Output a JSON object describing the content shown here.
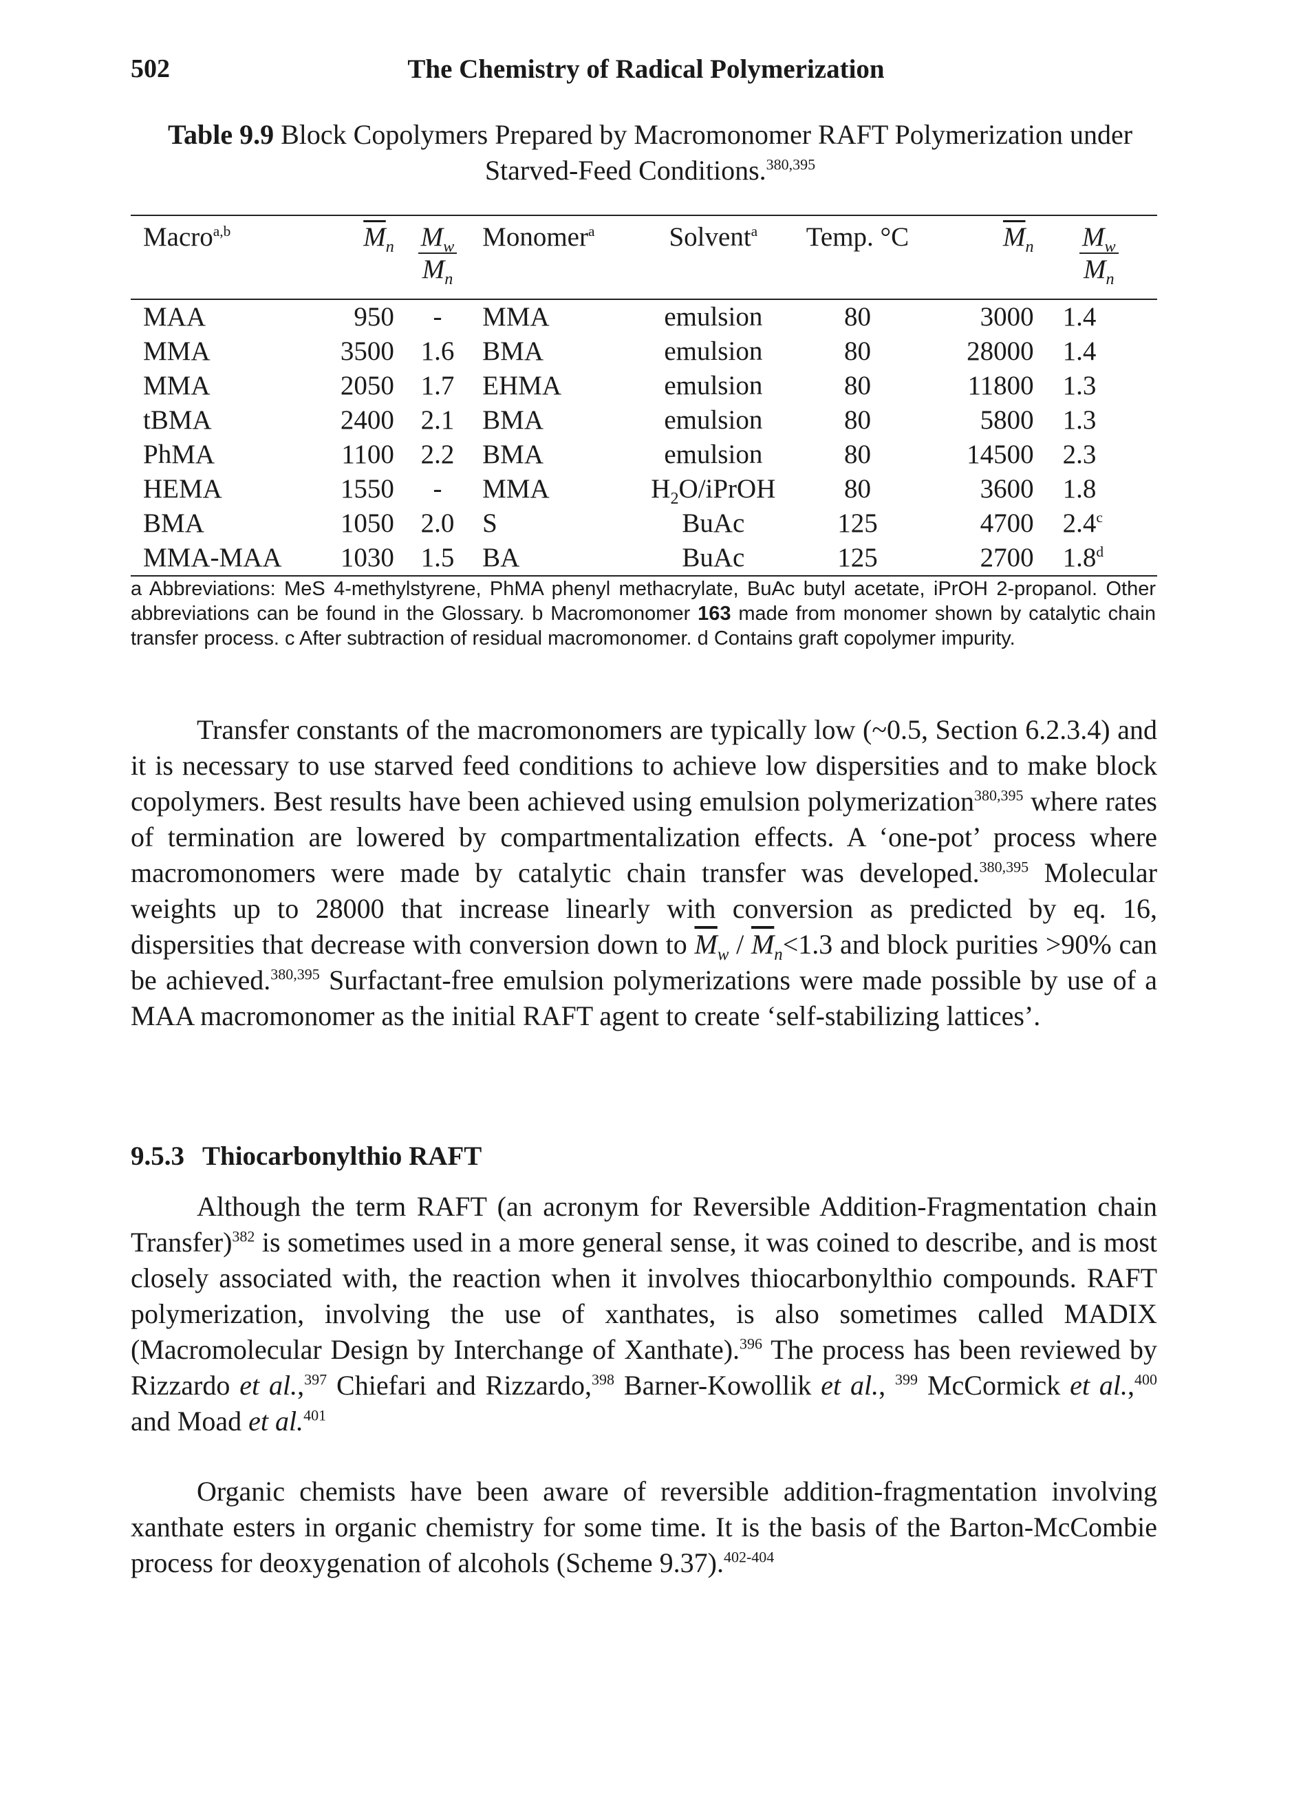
{
  "header": {
    "page_number": "502",
    "title": "The Chemistry of Radical Polymerization"
  },
  "table": {
    "label": "Table 9.9",
    "caption": "Block Copolymers Prepared by Macromonomer RAFT Polymerization under Starved-Feed Conditions.",
    "caption_refs": "380,395",
    "columns": {
      "macro": "Macro",
      "macro_sup": "a,b",
      "mn1_main": "M",
      "mn1_sub": "n",
      "disp1_top": "M",
      "disp1_top_sub": "w",
      "disp1_bot": "M",
      "disp1_bot_sub": "n",
      "monomer": "Monomer",
      "monomer_sup": "a",
      "solvent": "Solvent",
      "solvent_sup": "a",
      "temp": "Temp. °C",
      "mn2_main": "M",
      "mn2_sub": "n",
      "disp2_top": "M",
      "disp2_top_sub": "w",
      "disp2_bot": "M",
      "disp2_bot_sub": "n"
    },
    "rows": [
      {
        "macro": "MAA",
        "mn": "950",
        "disp": "-",
        "monomer": "MMA",
        "solvent": "emulsion",
        "temp": "80",
        "mn2": "3000",
        "disp2": "1.4",
        "disp2_sup": ""
      },
      {
        "macro": "MMA",
        "mn": "3500",
        "disp": "1.6",
        "monomer": "BMA",
        "solvent": "emulsion",
        "temp": "80",
        "mn2": "28000",
        "disp2": "1.4",
        "disp2_sup": ""
      },
      {
        "macro": "MMA",
        "mn": "2050",
        "disp": "1.7",
        "monomer": "EHMA",
        "solvent": "emulsion",
        "temp": "80",
        "mn2": "11800",
        "disp2": "1.3",
        "disp2_sup": ""
      },
      {
        "macro": "tBMA",
        "mn": "2400",
        "disp": "2.1",
        "monomer": "BMA",
        "solvent": "emulsion",
        "temp": "80",
        "mn2": "5800",
        "disp2": "1.3",
        "disp2_sup": ""
      },
      {
        "macro": "PhMA",
        "mn": "1100",
        "disp": "2.2",
        "monomer": "BMA",
        "solvent": "emulsion",
        "temp": "80",
        "mn2": "14500",
        "disp2": "2.3",
        "disp2_sup": ""
      },
      {
        "macro": "HEMA",
        "mn": "1550",
        "disp": "-",
        "monomer": "MMA",
        "solvent": "H2O/iPrOH",
        "temp": "80",
        "mn2": "3600",
        "disp2": "1.8",
        "disp2_sup": ""
      },
      {
        "macro": "BMA",
        "mn": "1050",
        "disp": "2.0",
        "monomer": "S",
        "solvent": "BuAc",
        "temp": "125",
        "mn2": "4700",
        "disp2": "2.4",
        "disp2_sup": "c"
      },
      {
        "macro": "MMA-MAA",
        "mn": "1030",
        "disp": "1.5",
        "monomer": "BA",
        "solvent": "BuAc",
        "temp": "125",
        "mn2": "2700",
        "disp2": "1.8",
        "disp2_sup": "d"
      }
    ],
    "footnote": {
      "a": "a Abbreviations: MeS 4-methylstyrene, PhMA phenyl methacrylate, BuAc butyl acetate, iPrOH 2-propanol. Other abbreviations can be found in the Glossary.",
      "b_pre": "b Macromonomer",
      "b_bold": "163",
      "b_post": "made from monomer shown by catalytic chain transfer process.",
      "c": "c After subtraction of residual macromonomer.",
      "d": "d Contains graft copolymer impurity."
    }
  },
  "body": {
    "p1": {
      "s1": "Transfer constants of the macromonomers are typically low (~0.5, Section 6.2.3.4) and it is necessary to use starved feed conditions to achieve low dispersities and to make block copolymers. Best results have been achieved using emulsion polymerization",
      "r1": "380,395",
      "s2": " where rates of termination are lowered by compartmentalization effects. A ‘one-pot’ process where macromonomers were made by catalytic chain transfer was developed.",
      "r2": "380,395",
      "s3": " Molecular weights up to 28000 that increase linearly with conversion as predicted by eq. 16, dispersities that decrease with conversion down to ",
      "mw": "M",
      "mw_sub": "w",
      "slash": " / ",
      "mn": "M",
      "mn_sub": "n",
      "s4": "<1.3 and block purities >90% can be achieved.",
      "r3": "380,395",
      "s5": " Surfactant-free emulsion polymerizations were made possible by use of a MAA macromonomer as the initial RAFT agent to create ‘self-stabilizing lattices’."
    },
    "section": {
      "number": "9.5.3",
      "title": "Thiocarbonylthio RAFT"
    },
    "p2": {
      "s1": "Although the term RAFT (an acronym for Reversible Addition-Fragmentation chain Transfer)",
      "r1": "382",
      "s2": " is sometimes used in a more general sense, it was coined to describe, and is most closely associated with, the reaction when it involves thiocarbonylthio compounds. RAFT polymerization, involving the use of xanthates, is also sometimes called MADIX (Macromolecular Design by Interchange of Xanthate).",
      "r2": "396",
      "s3": " The process has been reviewed by Rizzardo ",
      "etal1": "et al.",
      "s3b": ",",
      "r3": "397",
      "s4": " Chiefari and Rizzardo,",
      "r4": "398",
      "s5": " Barner-Kowollik ",
      "etal2": "et al.",
      "s5b": ", ",
      "r5": "399",
      "s6": " McCormick ",
      "etal3": "et al.",
      "s6b": ",",
      "r6": "400",
      "s7": " and Moad ",
      "etal4": "et al.",
      "r7": "401"
    },
    "p3": {
      "s1": "Organic chemists have been aware of reversible addition-fragmentation involving xanthate esters in organic chemistry for some time. It is the basis of the Barton-McCombie process for deoxygenation of alcohols (Scheme 9.37).",
      "r1": "402-404"
    }
  }
}
